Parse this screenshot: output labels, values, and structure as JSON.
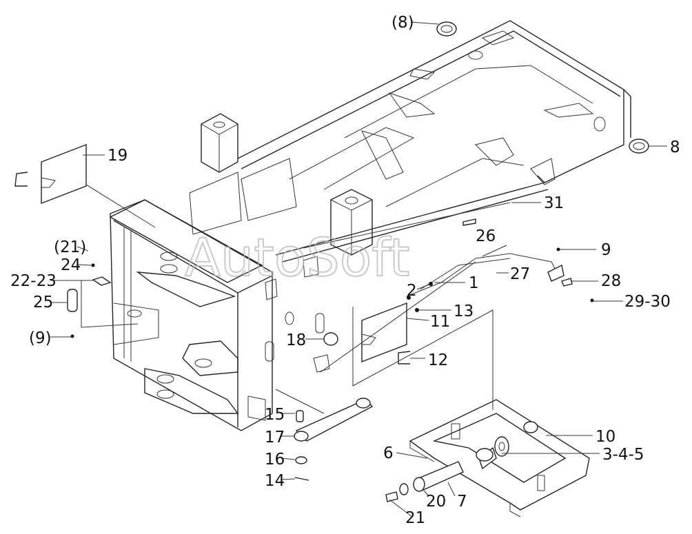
{
  "watermark": "AutoSoft",
  "callouts": [
    {
      "id": "c8a",
      "text": "(8)"
    },
    {
      "id": "c8b",
      "text": "8"
    },
    {
      "id": "c19",
      "text": "19"
    },
    {
      "id": "c31",
      "text": "31"
    },
    {
      "id": "c21a",
      "text": "(21)"
    },
    {
      "id": "c24",
      "text": "24"
    },
    {
      "id": "c22",
      "text": "22-23"
    },
    {
      "id": "c25",
      "text": "25"
    },
    {
      "id": "c9a",
      "text": "(9)"
    },
    {
      "id": "c26",
      "text": "26"
    },
    {
      "id": "c9b",
      "text": "9"
    },
    {
      "id": "c27",
      "text": "27"
    },
    {
      "id": "c28",
      "text": "28"
    },
    {
      "id": "c29",
      "text": "29-30"
    },
    {
      "id": "c2",
      "text": "2"
    },
    {
      "id": "c1",
      "text": "1"
    },
    {
      "id": "c13",
      "text": "13"
    },
    {
      "id": "c11",
      "text": "11"
    },
    {
      "id": "c18",
      "text": "18"
    },
    {
      "id": "c12",
      "text": "12"
    },
    {
      "id": "c15",
      "text": "15"
    },
    {
      "id": "c17",
      "text": "17"
    },
    {
      "id": "c16",
      "text": "16"
    },
    {
      "id": "c14",
      "text": "14"
    },
    {
      "id": "c10",
      "text": "10"
    },
    {
      "id": "c6",
      "text": "6"
    },
    {
      "id": "c345",
      "text": "3-4-5"
    },
    {
      "id": "c20",
      "text": "20"
    },
    {
      "id": "c7",
      "text": "7"
    },
    {
      "id": "c21b",
      "text": "21"
    }
  ]
}
